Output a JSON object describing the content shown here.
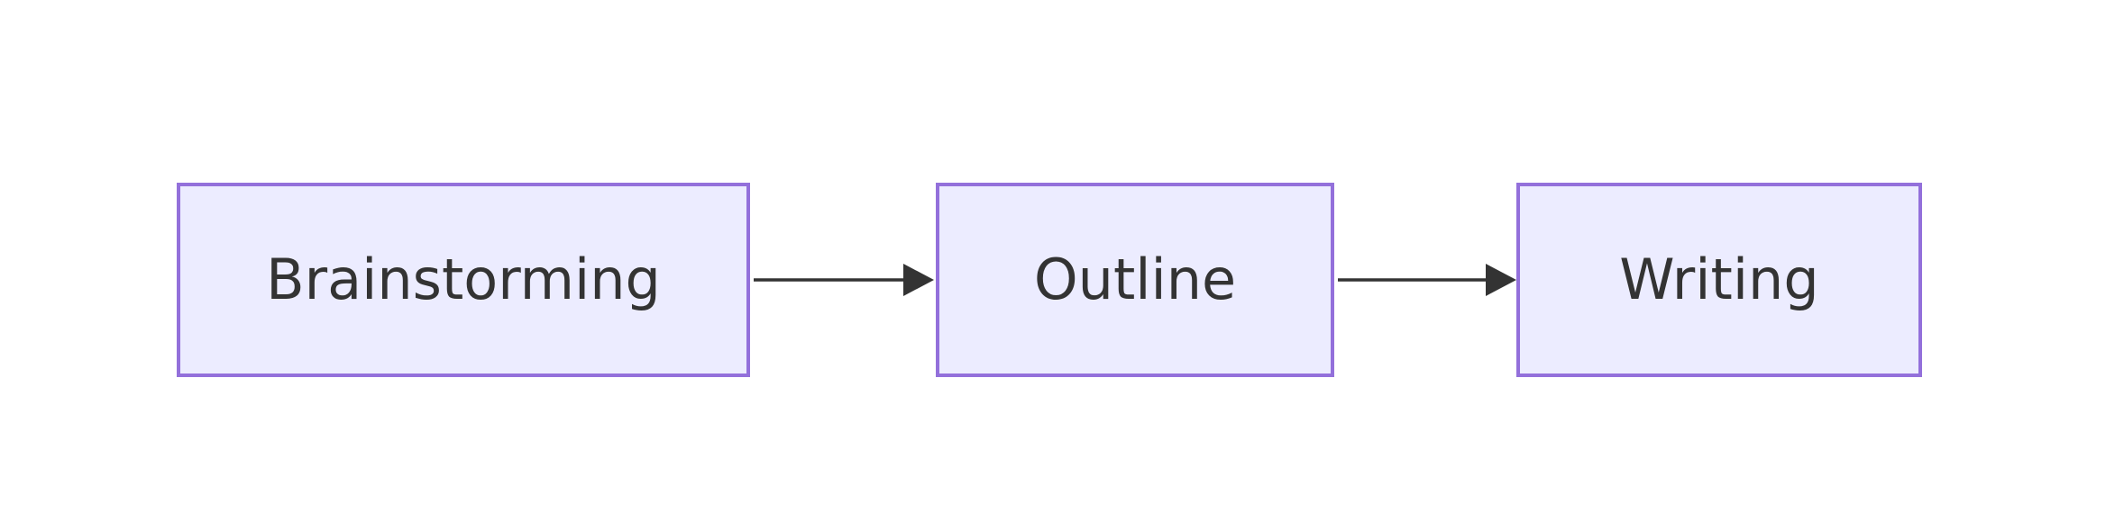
{
  "diagram": {
    "type": "flowchart-left-to-right",
    "nodes": [
      {
        "id": "brainstorming",
        "label": "Brainstorming"
      },
      {
        "id": "outline",
        "label": "Outline"
      },
      {
        "id": "writing",
        "label": "Writing"
      }
    ],
    "edges": [
      {
        "from": "Brainstorming",
        "to": "Outline"
      },
      {
        "from": "Outline",
        "to": "Writing"
      }
    ]
  },
  "colors": {
    "background": "#FFFFFF",
    "node_fill": "#ECECFF",
    "node_border": "#9370DB",
    "edge_color": "#333333",
    "text_color": "#333333"
  }
}
